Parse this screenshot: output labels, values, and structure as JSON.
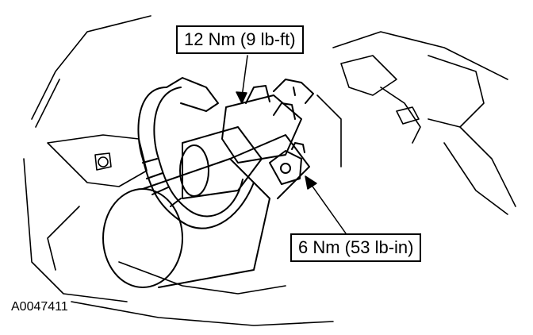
{
  "callouts": {
    "upper_torque": "12 Nm (9 lb-ft)",
    "lower_torque": "6 Nm (53 lb-in)"
  },
  "figure_id": "A0047411"
}
